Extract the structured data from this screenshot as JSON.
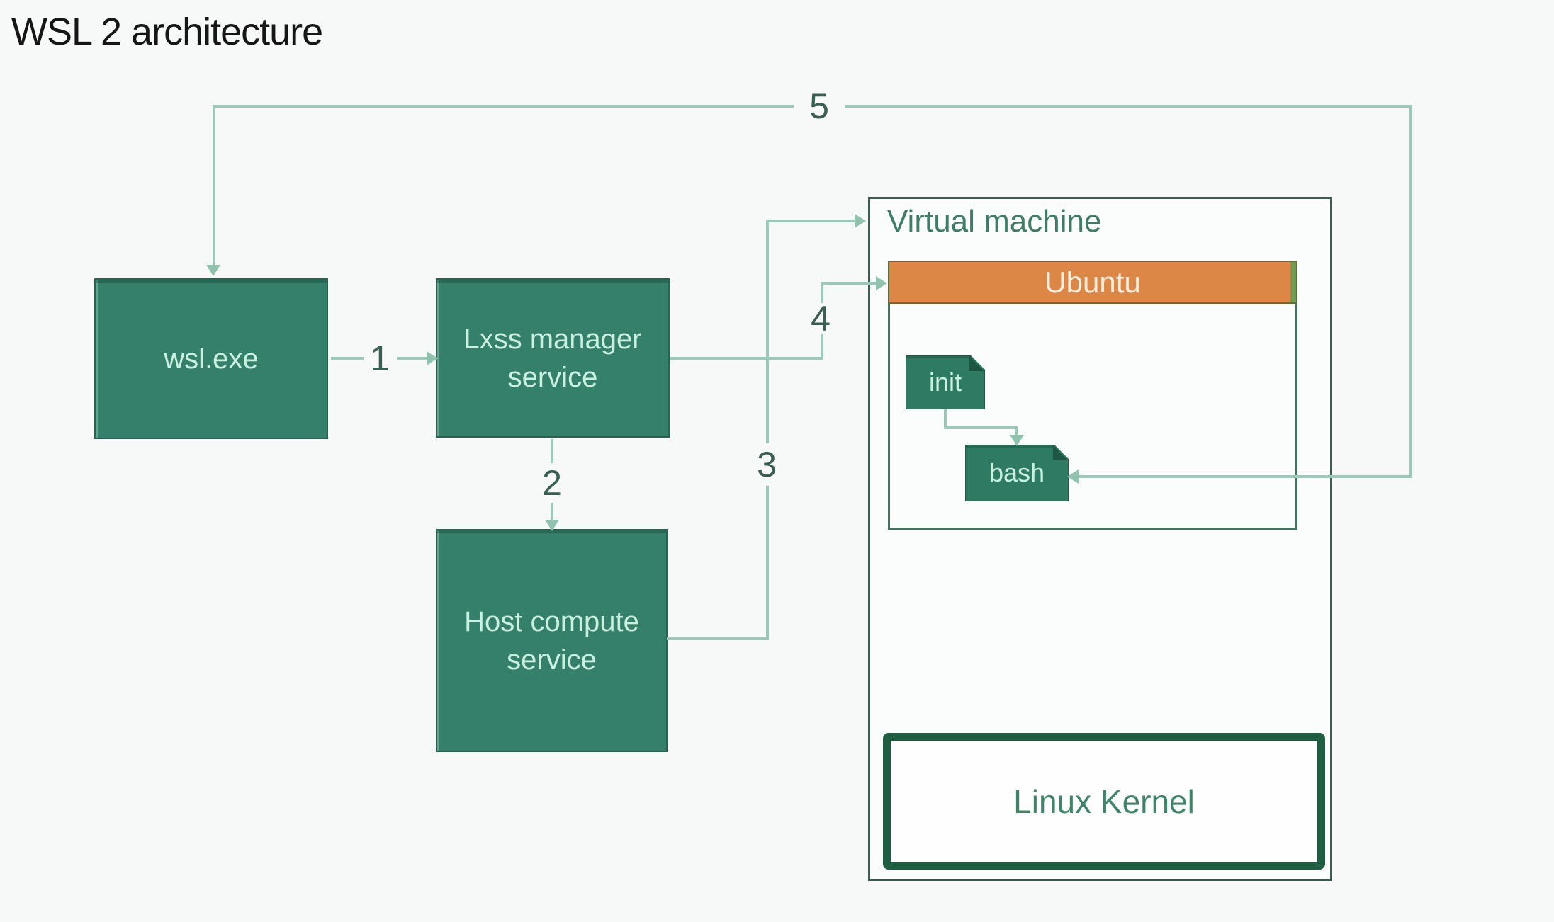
{
  "title": "WSL 2 architecture",
  "nodes": {
    "wsl": {
      "label": "wsl.exe"
    },
    "lxss": {
      "label": "Lxss manager service"
    },
    "host_compute": {
      "label": "Host compute service"
    },
    "vm": {
      "label": "Virtual machine"
    },
    "ubuntu": {
      "label": "Ubuntu"
    },
    "init": {
      "label": "init"
    },
    "bash": {
      "label": "bash"
    },
    "kernel": {
      "label": "Linux Kernel"
    }
  },
  "steps": [
    {
      "n": "1",
      "from": "wsl.exe",
      "to": "Lxss manager service"
    },
    {
      "n": "2",
      "from": "Lxss manager service",
      "to": "Host compute service"
    },
    {
      "n": "3",
      "from": "Host compute service",
      "to": "Virtual machine"
    },
    {
      "n": "4",
      "from": "Lxss manager service",
      "to": "Ubuntu"
    },
    {
      "n": "5",
      "between": [
        "wsl.exe",
        "bash"
      ]
    }
  ],
  "colors": {
    "background": "#f6f9f8",
    "box_green": "#35806a",
    "box_text_mint": "#c9f0e0",
    "ubuntu_orange": "#dd8747",
    "connector_green": "#9ac9b7",
    "number_label": "#3a5f52",
    "vm_border": "#3c5b4e",
    "kernel_border": "#1e5e41",
    "title_text": "#161616"
  }
}
